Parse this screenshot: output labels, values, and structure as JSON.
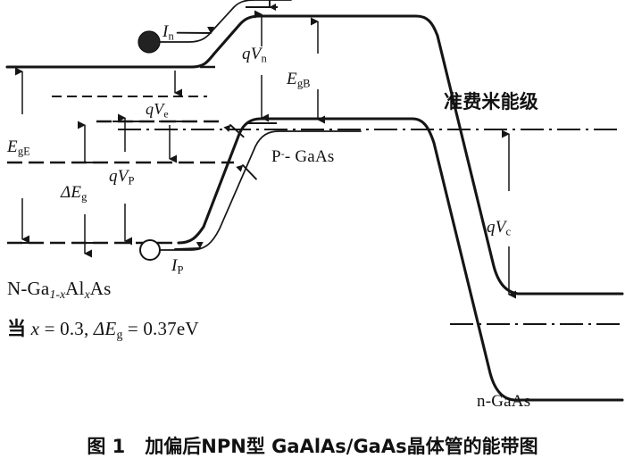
{
  "figure": {
    "type": "energy-band-diagram",
    "caption_number": "图 1",
    "caption_text": "加偏后NPN型 GaAlAs/GaAs晶体管的能带图",
    "caption_full": "图 1  加偏后NPN型 GaAlAs/GaAs晶体管的能带图"
  },
  "labels": {
    "electron_current": {
      "symbol": "I",
      "subscript": "n"
    },
    "hole_current": {
      "symbol": "I",
      "subscript": "P"
    },
    "qVn": {
      "prefix": "q",
      "symbol": "V",
      "subscript": "n"
    },
    "qVe": {
      "prefix": "q",
      "symbol": "V",
      "subscript": "e"
    },
    "qVp": {
      "prefix": "q",
      "symbol": "V",
      "subscript": "P"
    },
    "qVc": {
      "prefix": "q",
      "symbol": "V",
      "subscript": "c"
    },
    "EgB": {
      "symbol": "E",
      "subscript": "gB"
    },
    "EgE": {
      "symbol": "E",
      "subscript": "gE"
    },
    "delta_Eg": {
      "symbol": "ΔE",
      "subscript": "g"
    },
    "quasi_fermi_level": "准费米能级",
    "emitter_material": {
      "prefix": "N-Ga",
      "sub1": "1-x",
      "mid": "Al",
      "sub2": "x",
      "suffix": "As"
    },
    "base_material": {
      "text": "P",
      "superscript": "-",
      "dash": "-",
      "rest": "GaAs"
    },
    "collector_material": "n-GaAs",
    "condition": {
      "cjk_prefix": "当",
      "x_symbol": "x",
      "x_value": "= 0.3,",
      "dEg_symbol": "ΔE",
      "dEg_sub": "g",
      "dEg_value": "= 0.37eV"
    }
  },
  "chart_data": {
    "type": "line",
    "title": "加偏后NPN型 GaAlAs/GaAs晶体管的能带图",
    "xlabel": "",
    "ylabel": "",
    "description": "Energy band diagram of a forward-biased NPN GaAlAs/GaAs heterojunction bipolar transistor",
    "regions": [
      "N-Ga(1-x)Al(x)As emitter",
      "P-GaAs base",
      "n-GaAs collector"
    ],
    "series": [
      {
        "name": "conduction-band-edge",
        "style": "solid-thick",
        "points": [
          [
            0,
            75
          ],
          [
            218,
            75
          ],
          [
            245,
            60
          ],
          [
            278,
            25
          ],
          [
            300,
            18
          ],
          [
            470,
            18
          ],
          [
            500,
            45
          ],
          [
            560,
            300
          ],
          [
            585,
            330
          ],
          [
            700,
            330
          ]
        ]
      },
      {
        "name": "valence-band-edge",
        "style": "solid-thick",
        "points": [
          [
            0,
            272
          ],
          [
            205,
            272
          ],
          [
            232,
            258
          ],
          [
            275,
            140
          ],
          [
            300,
            132
          ],
          [
            465,
            132
          ],
          [
            492,
            160
          ],
          [
            556,
            425
          ],
          [
            580,
            448
          ],
          [
            700,
            448
          ]
        ]
      },
      {
        "name": "emitter-conduction-level",
        "style": "dashed",
        "y": 75,
        "x_range": [
          0,
          245
        ]
      },
      {
        "name": "emitter-quasi-fermi-electron",
        "style": "dashed-fine",
        "y": 108,
        "x_range": [
          55,
          230
        ]
      },
      {
        "name": "emitter-quasi-fermi-hole",
        "style": "dashed",
        "y": 135,
        "x_range": [
          105,
          470
        ]
      },
      {
        "name": "base-valence-dashed",
        "style": "dashed",
        "y": 182,
        "x_range": [
          0,
          260
        ]
      },
      {
        "name": "quasi-fermi-level-line",
        "style": "dash-dot",
        "y": 145,
        "x_range": [
          130,
          700
        ],
        "annotation": "准费米能级"
      },
      {
        "name": "collector-quasi-fermi",
        "style": "dash-dot",
        "y": 363,
        "x_range": [
          500,
          700
        ]
      }
    ],
    "dimension_arrows": [
      {
        "name": "qVn",
        "x": 293,
        "y_from": 8,
        "y_to": 140,
        "label": "qVn"
      },
      {
        "name": "EgB",
        "x": 355,
        "y_from": 20,
        "y_to": 137,
        "label": "EgB"
      },
      {
        "name": "EgE",
        "x": 25,
        "y_from": 75,
        "y_to": 272,
        "label": "EgE"
      },
      {
        "name": "delta-Eg",
        "x": 95,
        "y_from": 135,
        "y_to": 282,
        "label": "ΔEg"
      },
      {
        "name": "qVp",
        "x": 140,
        "y_from": 128,
        "y_to": 272,
        "label": "qVp"
      },
      {
        "name": "qVc",
        "x": 570,
        "y_from": 145,
        "y_to": 330,
        "label": "qVc"
      }
    ],
    "carriers": [
      {
        "type": "electron",
        "symbol": "filled-circle",
        "x": 168,
        "y": 45,
        "current": "In"
      },
      {
        "type": "hole",
        "symbol": "open-circle",
        "x": 170,
        "y": 278,
        "current": "IP"
      }
    ]
  }
}
